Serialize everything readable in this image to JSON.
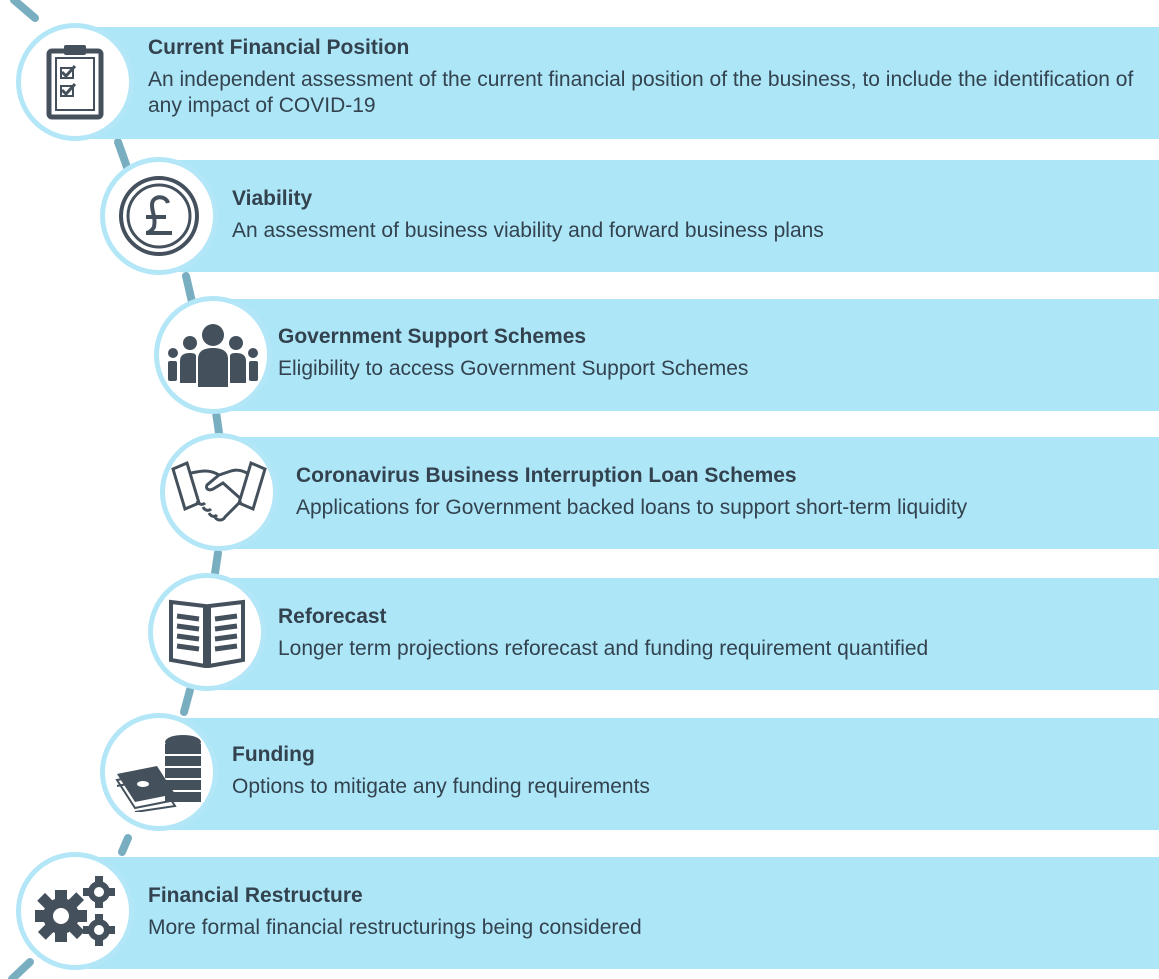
{
  "steps": [
    {
      "id": "current-financial-position",
      "title": "Current Financial Position",
      "description": "An independent assessment of the current financial position of the business, to include the identification of any impact of COVID-19",
      "icon": "clipboard-check-icon"
    },
    {
      "id": "viability",
      "title": "Viability",
      "description": "An assessment of business viability and forward business plans",
      "icon": "pound-coin-icon"
    },
    {
      "id": "government-support-schemes",
      "title": "Government Support Schemes",
      "description": "Eligibility to access Government Support Schemes",
      "icon": "people-group-icon"
    },
    {
      "id": "cbils",
      "title": "Coronavirus Business Interruption Loan Schemes",
      "description": "Applications for Government backed loans to support short-term liquidity",
      "icon": "handshake-icon"
    },
    {
      "id": "reforecast",
      "title": "Reforecast",
      "description": "Longer term projections reforecast and funding requirement quantified",
      "icon": "open-book-icon"
    },
    {
      "id": "funding",
      "title": "Funding",
      "description": "Options to mitigate any funding requirements",
      "icon": "money-coins-icon"
    },
    {
      "id": "financial-restructure",
      "title": "Financial Restructure",
      "description": "More formal financial restructurings being considered",
      "icon": "gears-icon"
    }
  ],
  "colors": {
    "band": "#ade6f7",
    "circle_border": "#b3e7f8",
    "connector": "#79aec1",
    "icon": "#44515c",
    "text": "#33424f"
  }
}
